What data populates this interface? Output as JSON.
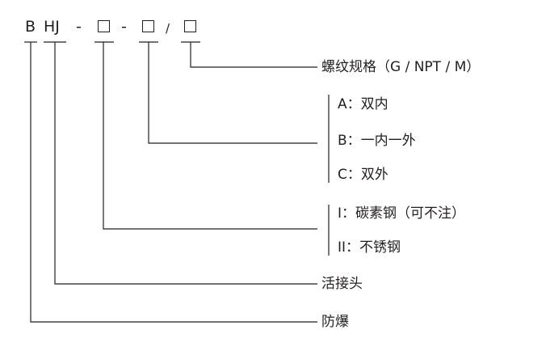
{
  "model_code": {
    "prefix": "B",
    "type_code": "HJ",
    "dash_1": "-",
    "dash_2": "-",
    "slash": "/"
  },
  "segments": {
    "thread_type": "螺纹规格（G / NPT / M）",
    "thread_ends": [
      "A：双内",
      "B：一内一外",
      "C：双外"
    ],
    "material": [
      "I：碳素钢（可不注）",
      "II：不锈钢"
    ],
    "fitting_type": "活接头",
    "explosion_proof": "防爆"
  },
  "colors": {
    "ink": "#231f20",
    "background": "#ffffff"
  }
}
